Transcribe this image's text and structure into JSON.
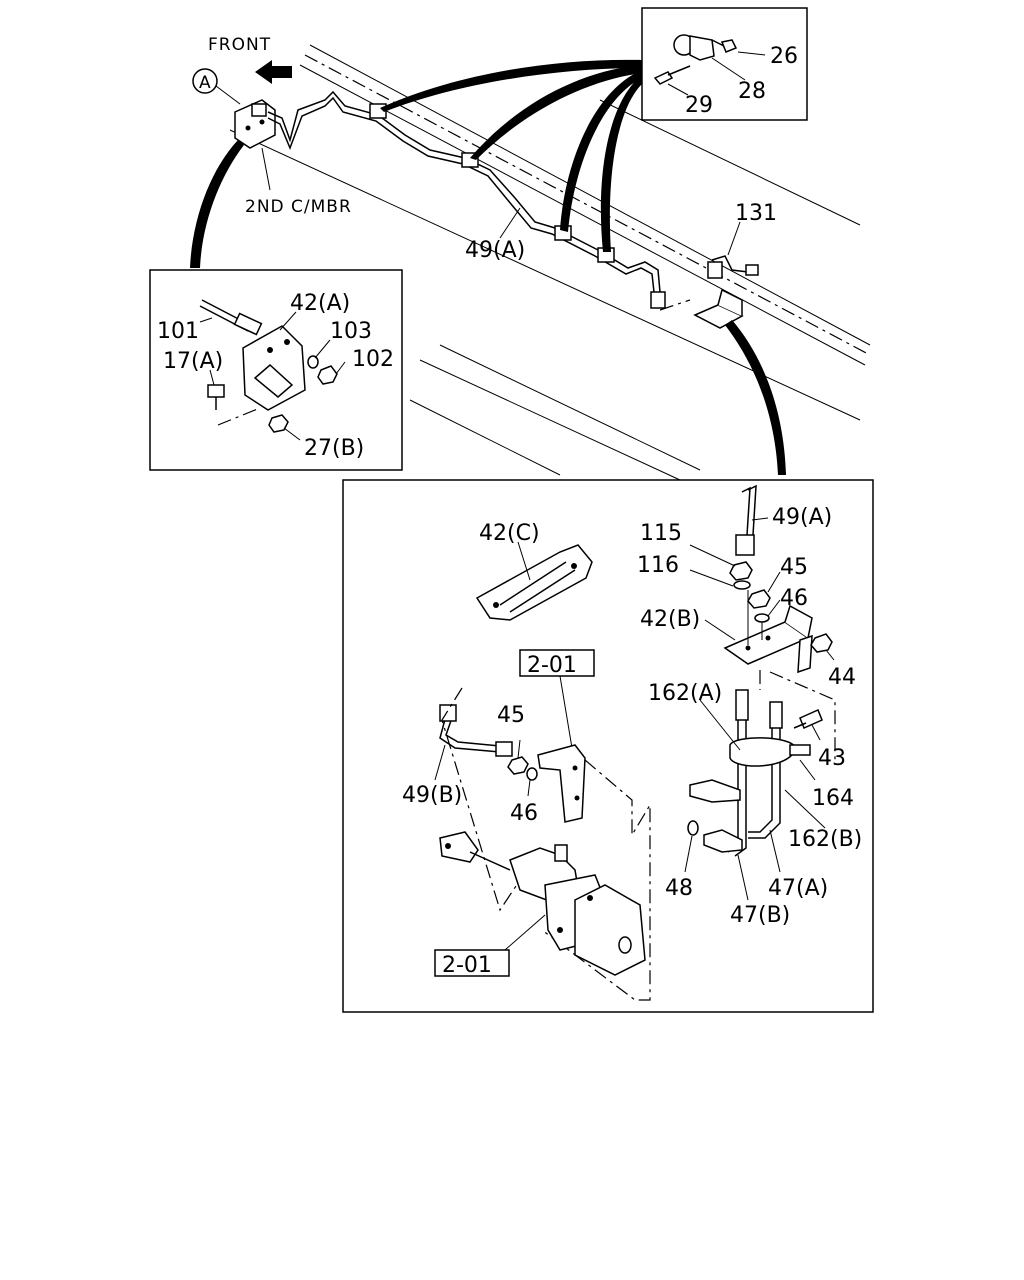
{
  "labels": {
    "front": "FRONT",
    "marker_a": "A",
    "crossmember": "2ND C/MBR",
    "p26": "26",
    "p28": "28",
    "p29": "29",
    "p131": "131",
    "p49a_top": "49(A)",
    "p101": "101",
    "p42a": "42(A)",
    "p103": "103",
    "p17a": "17(A)",
    "p102": "102",
    "p27b": "27(B)",
    "p42c": "42(C)",
    "p115": "115",
    "p49a_det": "49(A)",
    "p116": "116",
    "p45_r": "45",
    "p46_r": "46",
    "p42b": "42(B)",
    "p44": "44",
    "p162a": "162(A)",
    "p43": "43",
    "p164": "164",
    "p162b": "162(B)",
    "p47a": "47(A)",
    "p47b": "47(B)",
    "p48": "48",
    "p45_l": "45",
    "p46_l": "46",
    "p49b": "49(B)",
    "ref_top": "2-01",
    "ref_bottom": "2-01"
  }
}
